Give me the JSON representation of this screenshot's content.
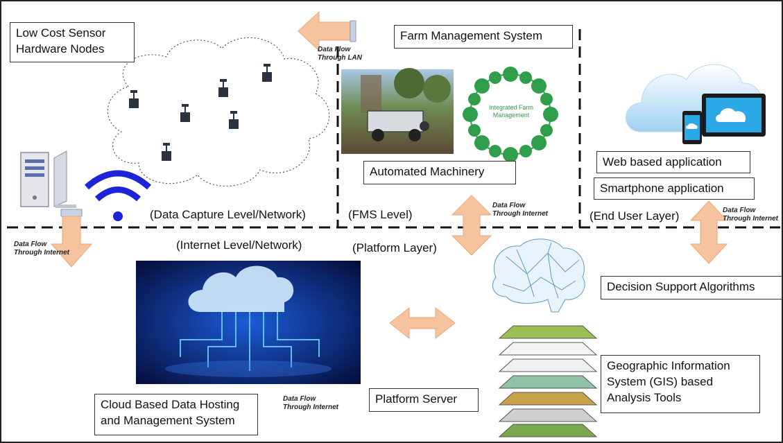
{
  "labels": {
    "sensor_nodes_line1": "Low Cost Sensor",
    "sensor_nodes_line2": "Hardware Nodes",
    "fms": "Farm Management System",
    "automated_machinery": "Automated Machinery",
    "integrated_line1": "Integrated Farm",
    "integrated_line2": "Management",
    "web_app": "Web based application",
    "smartphone_app": "Smartphone application",
    "data_capture_level": "(Data Capture Level/Network)",
    "fms_level": "(FMS Level)",
    "end_user_layer": "(End User Layer)",
    "internet_level": "(Internet Level/Network)",
    "platform_layer": "(Platform Layer)",
    "decision_support": "Decision Support Algorithms",
    "gis_line1": "Geographic Information",
    "gis_line2": "System (GIS) based",
    "gis_line3": "Analysis Tools",
    "cloud_hosting_line1": "Cloud Based Data Hosting",
    "cloud_hosting_line2": "and Management System",
    "platform_server": "Platform Server"
  },
  "flows": {
    "lan_line1": "Data Flow",
    "lan_line2": "Through LAN",
    "fms_internet_line1": "Data Flow",
    "fms_internet_line2": "Through Internet",
    "enduser_internet_line1": "Data Flow",
    "enduser_internet_line2": "Through Internet",
    "capture_internet_line1": "Data Flow",
    "capture_internet_line2": "Through Internet",
    "cloud_internet_line1": "Data Flow",
    "cloud_internet_line2": "Through Internet"
  },
  "colors": {
    "arrow_fill": "#f5c49f",
    "arrow_stroke": "#e8a677",
    "wifi_blue": "#1d24d6",
    "dashed_line": "#111111"
  }
}
